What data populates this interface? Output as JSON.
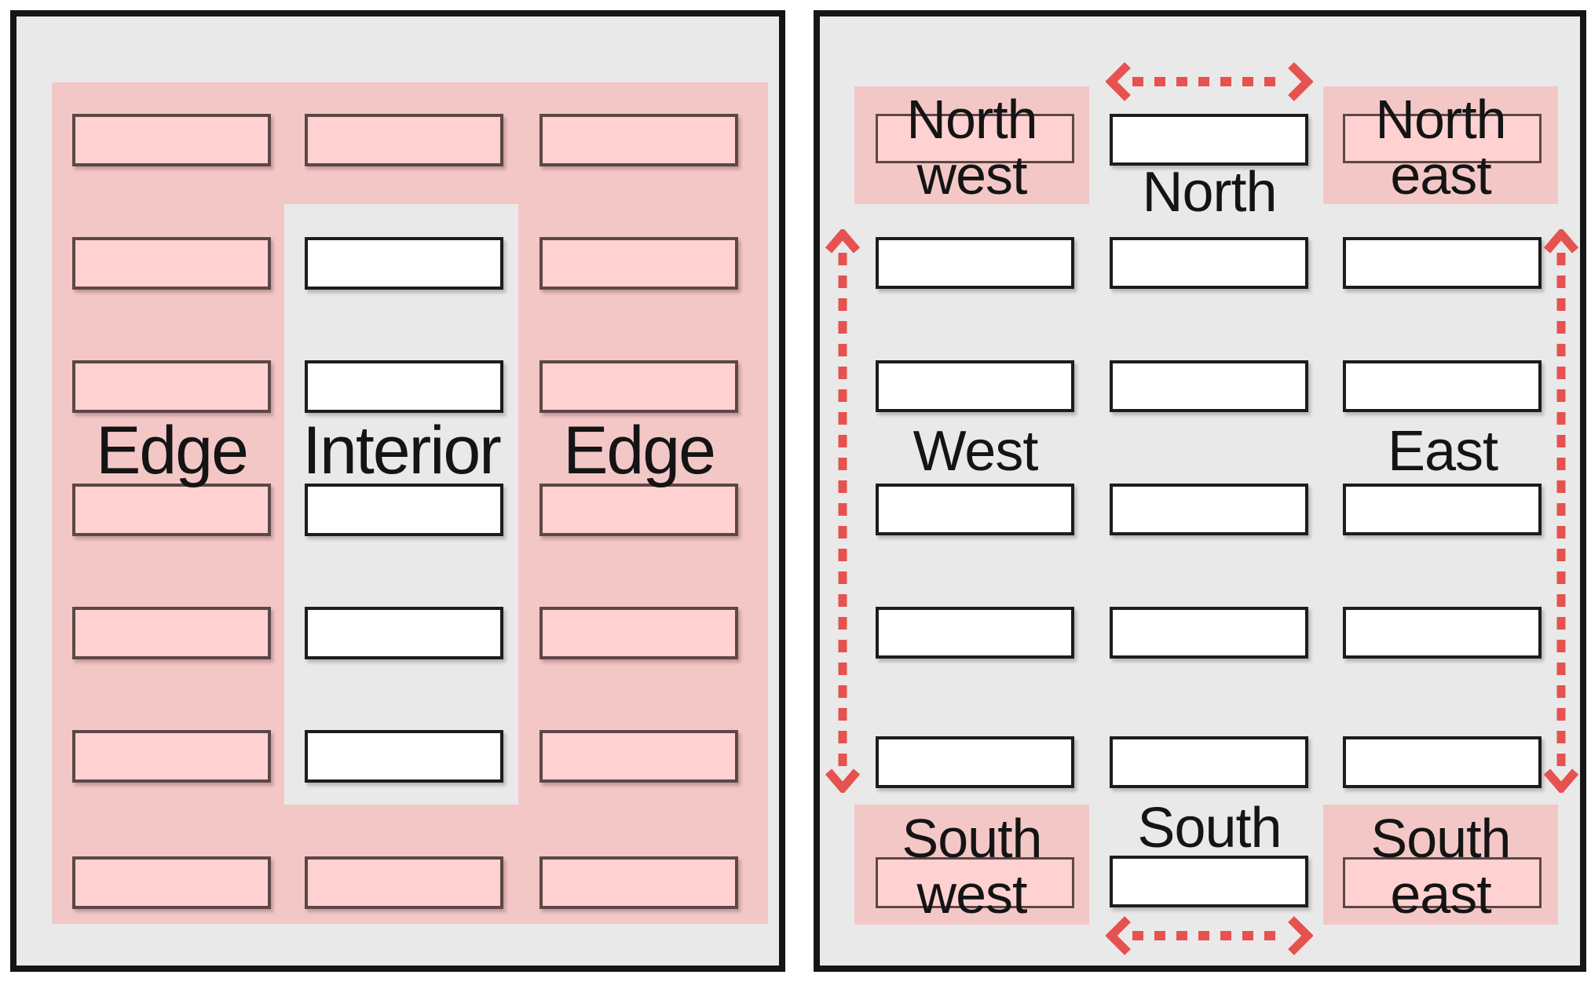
{
  "left_diagram": {
    "labels": {
      "edge_left": "Edge",
      "interior": "Interior",
      "edge_right": "Edge"
    }
  },
  "right_diagram": {
    "sides": {
      "north": "North",
      "south": "South",
      "west": "West",
      "east": "East"
    },
    "corners": {
      "northwest": {
        "line1": "North",
        "line2": "west"
      },
      "northeast": {
        "line1": "North",
        "line2": "east"
      },
      "southwest": {
        "line1": "South",
        "line2": "west"
      },
      "southeast": {
        "line1": "South",
        "line2": "east"
      }
    }
  },
  "colors": {
    "panel_background": "#e9e9e9",
    "panel_border": "#151515",
    "edge_region_pink": "#f4c7c7",
    "edge_box_pink": "#ffd1d1",
    "edge_box_border": "#5d4747",
    "interior_box_border": "#1c1c1c",
    "interior_box_fill": "#ffffff",
    "arrow_red": "#e5524f",
    "label_text": "#141414"
  }
}
